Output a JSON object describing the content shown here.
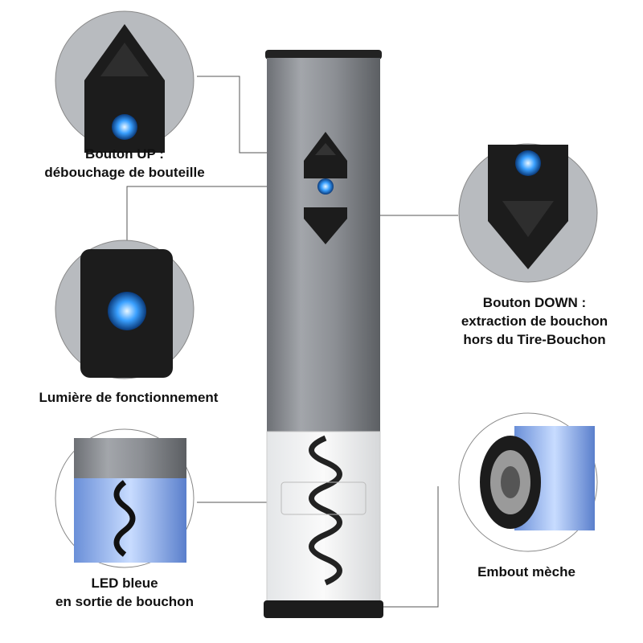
{
  "labels": {
    "up_title": "Bouton UP :",
    "up_desc": "débouchage de bouteille",
    "light": "Lumière de fonctionnement",
    "led_title": "LED bleue",
    "led_desc": "en sortie de bouchon",
    "down_title": "Bouton DOWN :",
    "down_desc1": "extraction de bouchon",
    "down_desc2": "hors du Tire-Bouchon",
    "tip": "Embout mèche"
  },
  "colors": {
    "body": "#8a8d92",
    "led": "#3aa0ff",
    "button": "#1c1c1c"
  }
}
